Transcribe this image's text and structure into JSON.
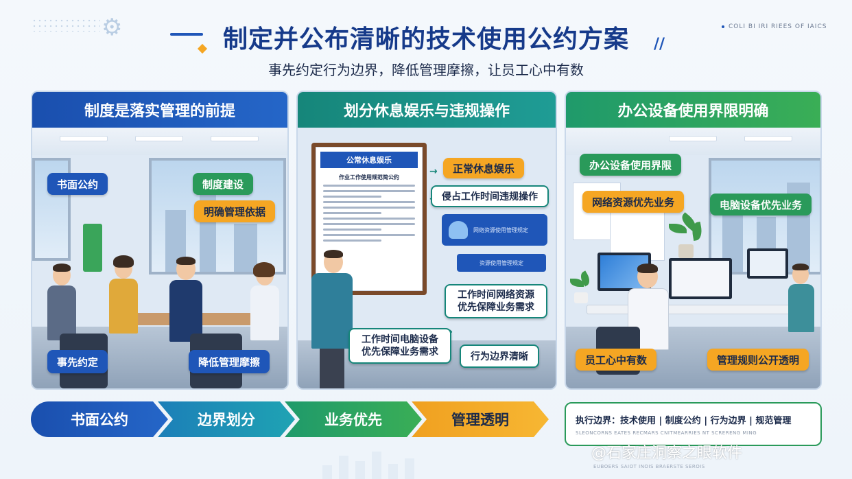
{
  "header": {
    "title": "制定并公布清晰的技术使用公约方案",
    "subtitle": "事先约定行为边界，降低管理摩擦，让员工心中有数",
    "corner_text": "COLI BI IRI RIEES OF IAICS",
    "right_deco": "//"
  },
  "panels": [
    {
      "title": "制度是落实管理的前提",
      "color": "#1f56b8",
      "callouts": [
        "书面公约",
        "制度建设",
        "明确管理依据",
        "事先约定",
        "降低管理摩擦"
      ]
    },
    {
      "title": "划分休息娱乐与违规操作",
      "color": "#16867a",
      "board": {
        "title": "公常休息娱乐",
        "subtitle": "作业工作使用规范简公约"
      },
      "net_box_text": "网络资源使用管理规定",
      "net_bar_text": "资源使用管理规定",
      "callouts": [
        "正常休息娱乐",
        "侵占工作时间违规操作",
        "工作时间网络资源优先保障业务需求",
        "工作时间电脑设备优先保障业务需求",
        "行为边界清晰"
      ]
    },
    {
      "title": "办公设备使用界限明确",
      "color": "#2a9a5a",
      "callouts": [
        "办公设备使用界限",
        "网络资源优先业务",
        "电脑设备优先业务",
        "员工心中有数",
        "管理规则公开透明"
      ]
    }
  ],
  "flow": [
    "书面公约",
    "边界划分",
    "业务优先",
    "管理透明"
  ],
  "summary": {
    "text": "执行边界：技术使用 | 制度公约 | 行为边界 | 规范管理",
    "fine": "SLEONCORNS EATES RECMARS CNITMEARRIES NT SCRERENG MING"
  },
  "watermark": {
    "text": "@石家庄洞察之眼软件",
    "fine": "EUBOERS SAIOT INOIS BRAERSTE SEROIS"
  },
  "colors": {
    "blue": "#1f56b8",
    "teal": "#16867a",
    "green": "#2a9a5a",
    "orange": "#f5a623"
  }
}
